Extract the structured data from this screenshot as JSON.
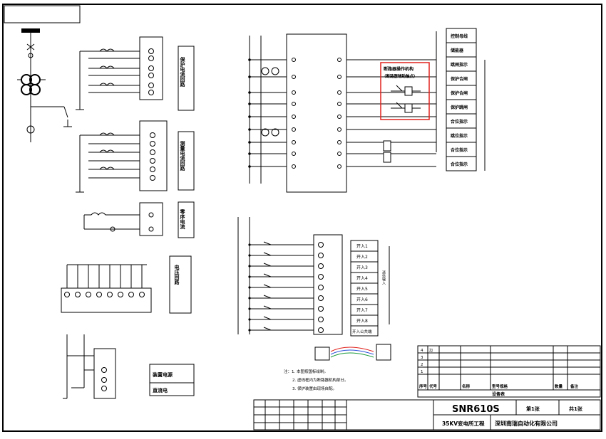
{
  "drawing": {
    "corner_title": "",
    "device": "SNR610S",
    "project": "35KV变电所工程",
    "company": "深圳南瑞自动化有限公司",
    "sheet_no": "第1张",
    "sheet_total": "共1张",
    "drawing_name": "",
    "red_box_title": "断路器操作机构",
    "red_box_subtitle": "（断路器辅助触点）"
  },
  "blocks": {
    "protect_current": "保护电流回路",
    "measure_current": "测量电流回路",
    "zero_seq": "零序电流",
    "voltage": "电压回路",
    "power_label": "装置电源",
    "power_value": "直流电",
    "voltage_top": ""
  },
  "terminal_boxes": {
    "protect": "",
    "measure": "",
    "zero": "",
    "control": "",
    "inputs": "",
    "voltage": "",
    "power": ""
  },
  "right_panel": {
    "items": [
      "控制母线",
      "储能器",
      "跳闸指示",
      "保护合闸",
      "保护合闸",
      "保护跳闸",
      "合位指示",
      "跳位指示",
      "合位指示",
      "合位指示"
    ]
  },
  "inputs_panel": {
    "items": [
      "开入1",
      "开入2",
      "开入3",
      "开入4",
      "开入5",
      "开入6",
      "开入7",
      "开入8"
    ],
    "footer": "开入公共端",
    "side_label": "遥信输入"
  },
  "notes": {
    "line1": "注：1. 本图按国标绘制。",
    "line2": "2. 虚线框内为断路器机构部分。",
    "line3": "3. 保护装置由现场自配。"
  },
  "bom_table": {
    "headers": [
      "序号",
      "代号",
      "名称",
      "型号规格",
      "数量",
      "备注"
    ],
    "rows": [
      [
        "4",
        "ZJ",
        "",
        "",
        "",
        ""
      ],
      [
        "3",
        "",
        "",
        "",
        "",
        ""
      ],
      [
        "2",
        "",
        "",
        "",
        "",
        ""
      ],
      [
        "1",
        "",
        "",
        "",
        "",
        ""
      ]
    ],
    "footer": "设备表"
  }
}
